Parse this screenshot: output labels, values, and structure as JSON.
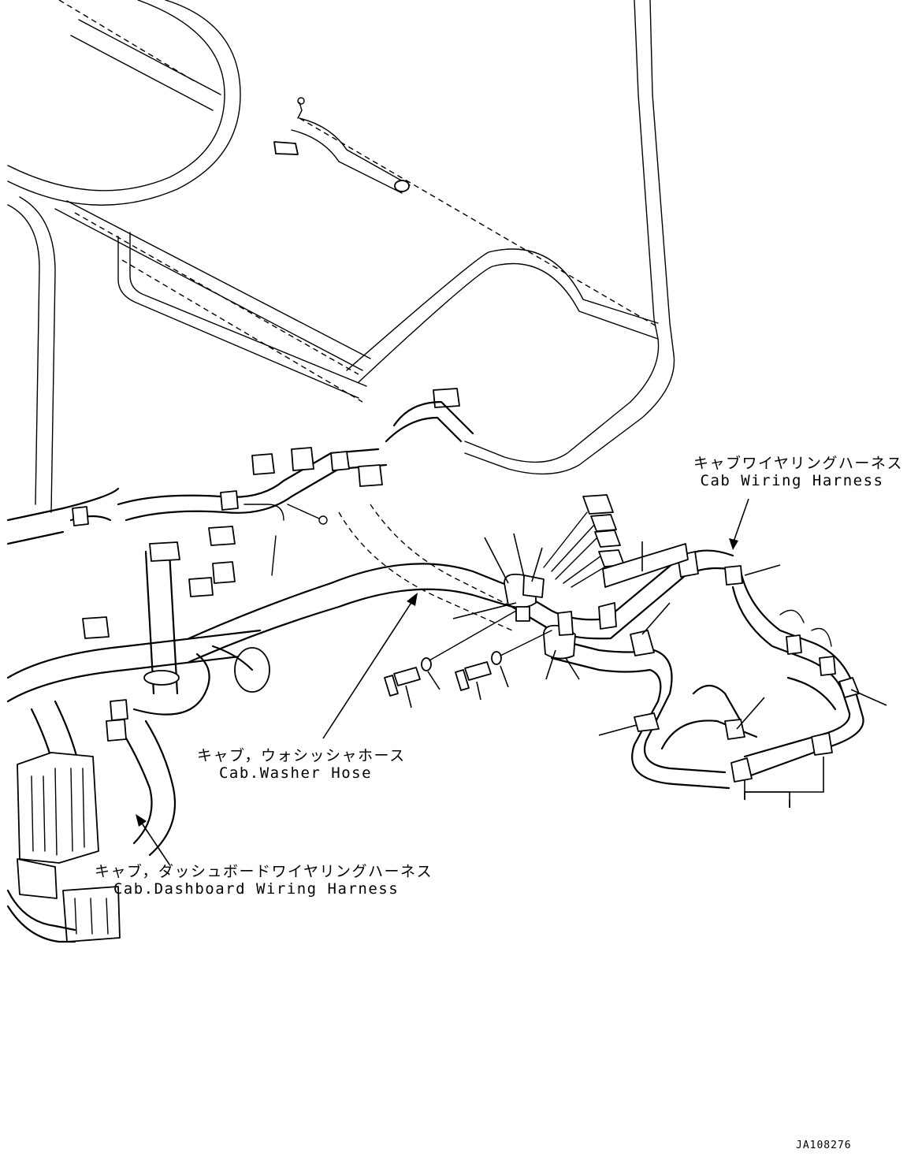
{
  "labels": {
    "cab_wiring_harness": {
      "jp": "キャブワイヤリングハーネス",
      "en": "Cab Wiring Harness"
    },
    "cab_washer_hose": {
      "jp": "キャブ，ウォシッシャホース",
      "en": "Cab.Washer Hose"
    },
    "cab_dashboard_wiring_harness": {
      "jp": "キャブ，ダッシュボードワイヤリングハーネス",
      "en": "Cab.Dashboard Wiring Harness"
    }
  },
  "drawing_number": "JA108276"
}
